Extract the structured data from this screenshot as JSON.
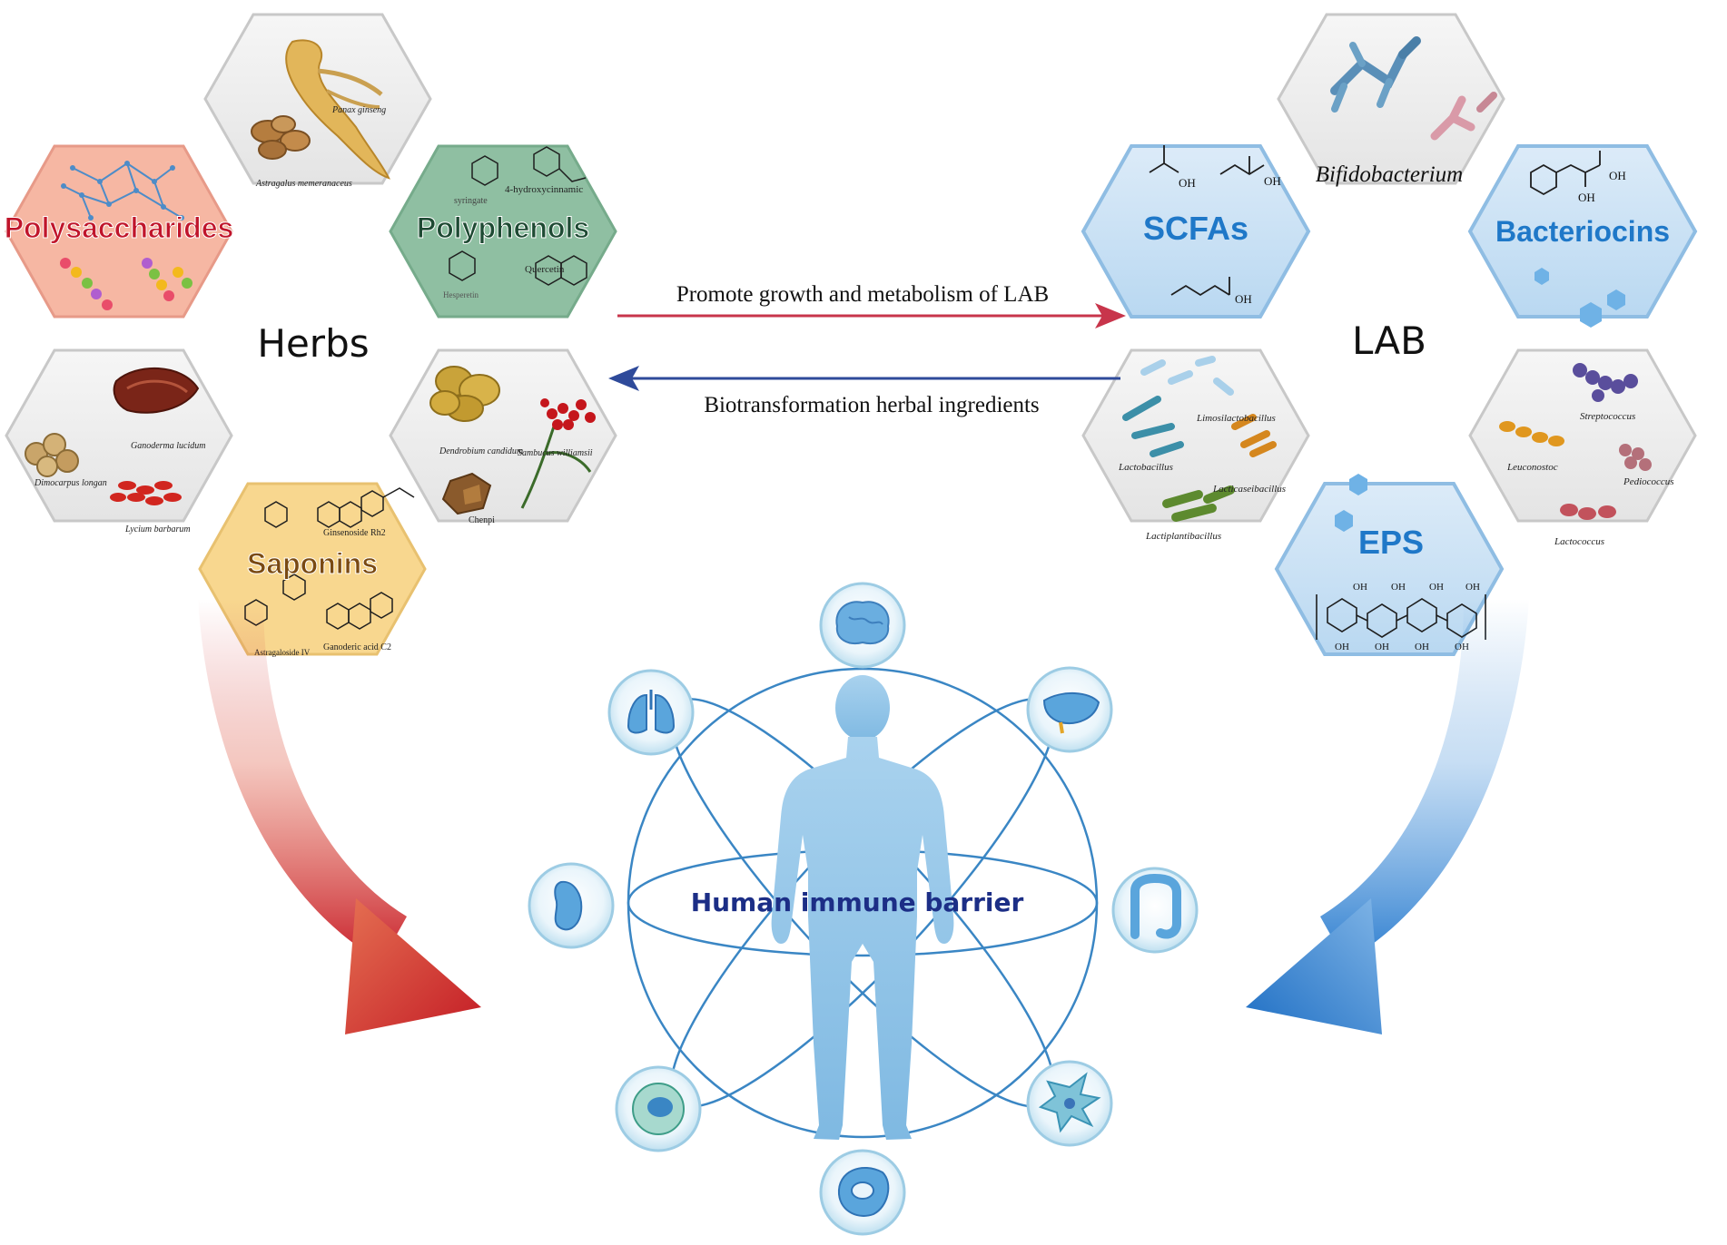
{
  "herbs": {
    "center_label": "Herbs",
    "polysaccharides": {
      "title": "Polysaccharides"
    },
    "polyphenols": {
      "title": "Polyphenols",
      "compounds": [
        "syringate",
        "4-hydroxycinnamic",
        "Quercetin",
        "Hesperetin"
      ]
    },
    "saponins": {
      "title": "Saponins",
      "compounds": [
        "Ginsenoside Rh2",
        "Astragaloside IV",
        "Ganoderic acid C2"
      ]
    },
    "plants_top": [
      "Panax ginseng",
      "Astragalus memeranaceus"
    ],
    "plants_left": [
      "Ganoderma lucidum",
      "Dimocarpus longan",
      "Lycium barbarum"
    ],
    "plants_right": [
      "Dendrobium candidum",
      "Sambucus williamsii",
      "Chenpi"
    ]
  },
  "lab": {
    "center_label": "LAB",
    "scfas": {
      "title": "SCFAs",
      "groups": [
        "OH",
        "OH",
        "OH"
      ]
    },
    "bacteriocins": {
      "title": "Bacteriocins",
      "groups": [
        "OH",
        "OH"
      ]
    },
    "eps": {
      "title": "EPS",
      "groups": [
        "OH",
        "OH",
        "OH",
        "OH",
        "OH",
        "OH",
        "OH",
        "OH"
      ]
    },
    "bifido": "Bifidobacterium",
    "genera_left": [
      "Limosilactobacillus",
      "Lactobacillus",
      "Lacticaseibacillus",
      "Lactiplantibacillus"
    ],
    "genera_right": [
      "Streptococcus",
      "Leuconostoc",
      "Pediococcus",
      "Lactococcus"
    ]
  },
  "arrows": {
    "forward": "Promote growth and metabolism of LAB",
    "backward": "Biotransformation herbal ingredients"
  },
  "center": {
    "label": "Human immune barrier",
    "organ_icons": [
      "brain-icon",
      "liver-icon",
      "intestine-icon",
      "dendritic-cell-icon",
      "macrophage-icon",
      "immune-cell-icon",
      "spleen-icon",
      "lungs-icon"
    ]
  },
  "colors": {
    "polysaccharides_title": "#c0152b",
    "polyphenols_title": "#1e4a33",
    "saponins_title": "#7a4a12",
    "lab_title": "#1f78c8",
    "center_label": "#1c2e86",
    "forward_arrow": "#c8354b",
    "backward_arrow": "#2e4a9a",
    "left_big_arrow": "#c8202b",
    "right_big_arrow": "#2f7fd0"
  }
}
